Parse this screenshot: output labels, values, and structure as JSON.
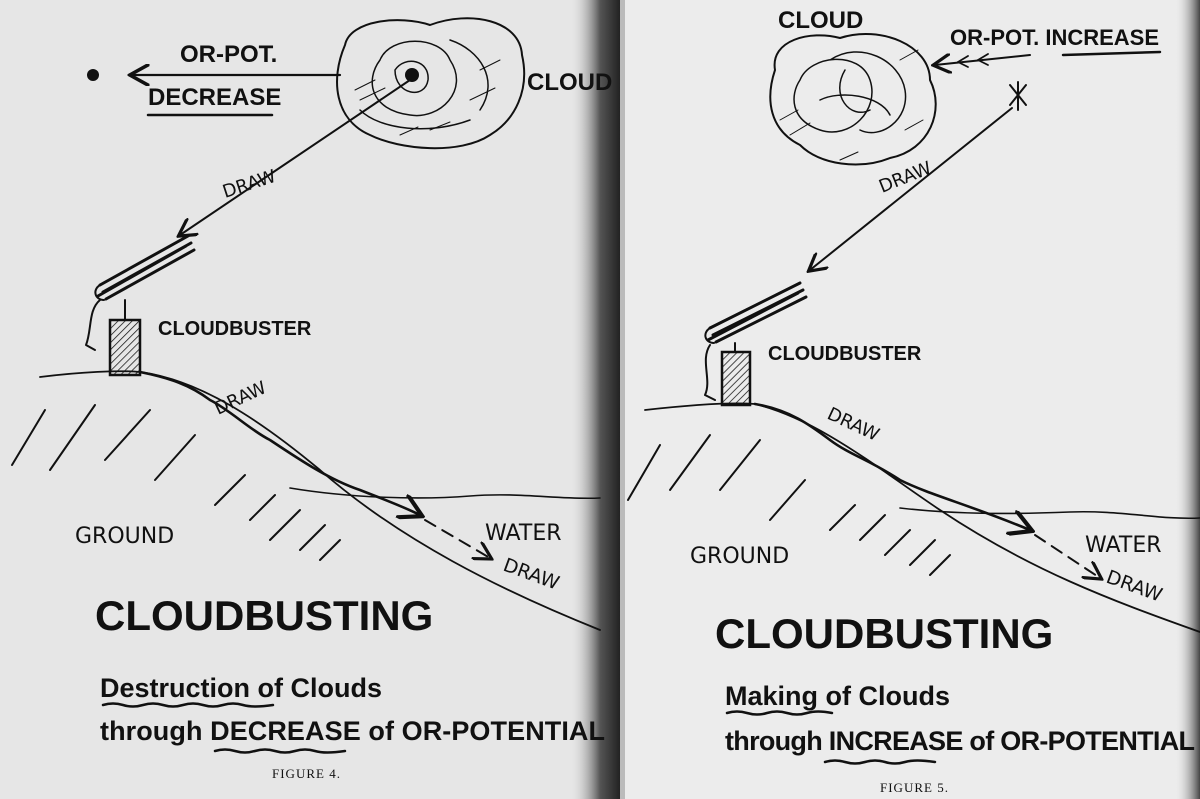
{
  "figure4": {
    "or_pot": "OR-POT.",
    "decrease": "DECREASE",
    "cloud": "CLOUD",
    "draw_sky": "DRAW",
    "cloudbuster": "CLOUDBUSTER",
    "draw_ground": "DRAW",
    "ground": "GROUND",
    "water": "WATER",
    "draw_water": "DRAW",
    "title": "CLOUDBUSTING",
    "subtitle_1": "Destruction of Clouds",
    "subtitle_2": "through DECREASE of OR-POTENTIAL",
    "caption": "FIGURE 4."
  },
  "figure5": {
    "cloud": "CLOUD",
    "or_pot_increase": "OR-POT. INCREASE",
    "draw_sky": "DRAW",
    "cloudbuster": "CLOUDBUSTER",
    "draw_ground": "DRAW",
    "ground": "GROUND",
    "water": "WATER",
    "draw_water": "DRAW",
    "title": "CLOUDBUSTING",
    "subtitle_1": "Making of Clouds",
    "subtitle_2": "through INCREASE of OR-POTENTIAL",
    "caption": "FIGURE 5."
  },
  "colors": {
    "ink": "#111111",
    "paper_left": "#e6e6e6",
    "paper_right": "#ececec"
  }
}
